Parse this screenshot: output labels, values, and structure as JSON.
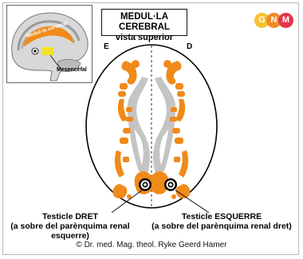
{
  "title": {
    "line1": "MEDUL·LA CEREBRAL",
    "line2": "vista superior"
  },
  "logo": {
    "letters": [
      "G",
      "N",
      "M"
    ],
    "colors": [
      "#f6c230",
      "#f08a24",
      "#e4344d"
    ]
  },
  "side_labels": {
    "left": "E",
    "right": "D"
  },
  "inset": {
    "label_cerebral": "Medul·la cerebral",
    "label_mesencefal": "Mesencèfal"
  },
  "captions": {
    "left": {
      "line1": "Testicle DRET",
      "line2": "(a sobre del parènquima renal esquerre)"
    },
    "right": {
      "line1": "Testicle ESQUERRE",
      "line2": "(a sobre del parènquima renal dret)"
    }
  },
  "copyright": "© Dr. med. Mag. theol. Ryke Geerd Hamer",
  "colors": {
    "relay": "#f08a1a",
    "gray_band": "#c4c4c4",
    "outline": "#000000"
  }
}
